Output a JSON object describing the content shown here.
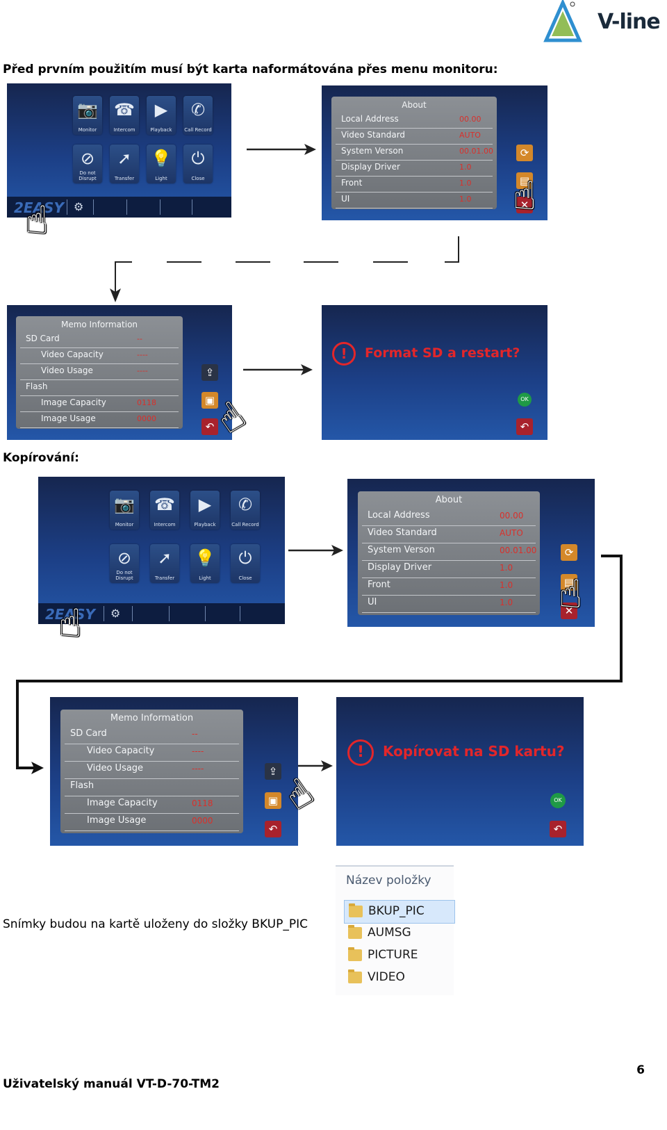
{
  "logo": {
    "text": "V-line"
  },
  "section1": {
    "heading": "Před prvním použitím musí být karta naformátována přes menu monitoru:"
  },
  "section2": {
    "heading": "Kopírování:"
  },
  "menu": {
    "items": [
      {
        "label": "Monitor",
        "icon": "camera-icon",
        "glyph": "📷"
      },
      {
        "label": "Intercom",
        "icon": "phone-icon",
        "glyph": "☎"
      },
      {
        "label": "Playback",
        "icon": "play-icon",
        "glyph": "▶"
      },
      {
        "label": "Call Record",
        "icon": "call-record-icon",
        "glyph": "✆"
      },
      {
        "label": "Do not Disrupt",
        "icon": "do-not-disturb-icon",
        "glyph": "⊘"
      },
      {
        "label": "Transfer",
        "icon": "transfer-icon",
        "glyph": "➚"
      },
      {
        "label": "Light",
        "icon": "light-bulb-icon",
        "glyph": "💡"
      },
      {
        "label": "Close",
        "icon": "power-icon",
        "glyph": "⏻"
      }
    ],
    "brand": "2EASY"
  },
  "about": {
    "title": "About",
    "rows": [
      {
        "label": "Local Address",
        "value": "00.00"
      },
      {
        "label": "Video Standard",
        "value": "AUTO"
      },
      {
        "label": "System Verson",
        "value": "00.01.00"
      },
      {
        "label": "Display Driver",
        "value": "1.0"
      },
      {
        "label": "Front",
        "value": "1.0"
      },
      {
        "label": "UI",
        "value": "1.0"
      }
    ]
  },
  "memo": {
    "title": "Memo Information",
    "rows": [
      {
        "label": "SD Card",
        "value": "--",
        "indent": false
      },
      {
        "label": "Video Capacity",
        "value": "----",
        "indent": true
      },
      {
        "label": "Video Usage",
        "value": "----",
        "indent": true
      },
      {
        "label": "Flash",
        "value": "",
        "indent": false
      },
      {
        "label": "Image Capacity",
        "value": "0118",
        "indent": true
      },
      {
        "label": "Image Usage",
        "value": "0000",
        "indent": true
      }
    ]
  },
  "dialog1": {
    "text": "Format SD a restart?",
    "ok": "OK"
  },
  "dialog2": {
    "text": "Kopírovat na SD kartu?",
    "ok": "OK"
  },
  "caption": "Snímky budou na kartě uloženy do složky BKUP_PIC",
  "explorer": {
    "header": "Název položky",
    "folders": [
      "BKUP_PIC",
      "AUMSG",
      "PICTURE",
      "VIDEO"
    ]
  },
  "page_number": "6",
  "footer": "Uživatelský manuál VT-D-70-TM2"
}
